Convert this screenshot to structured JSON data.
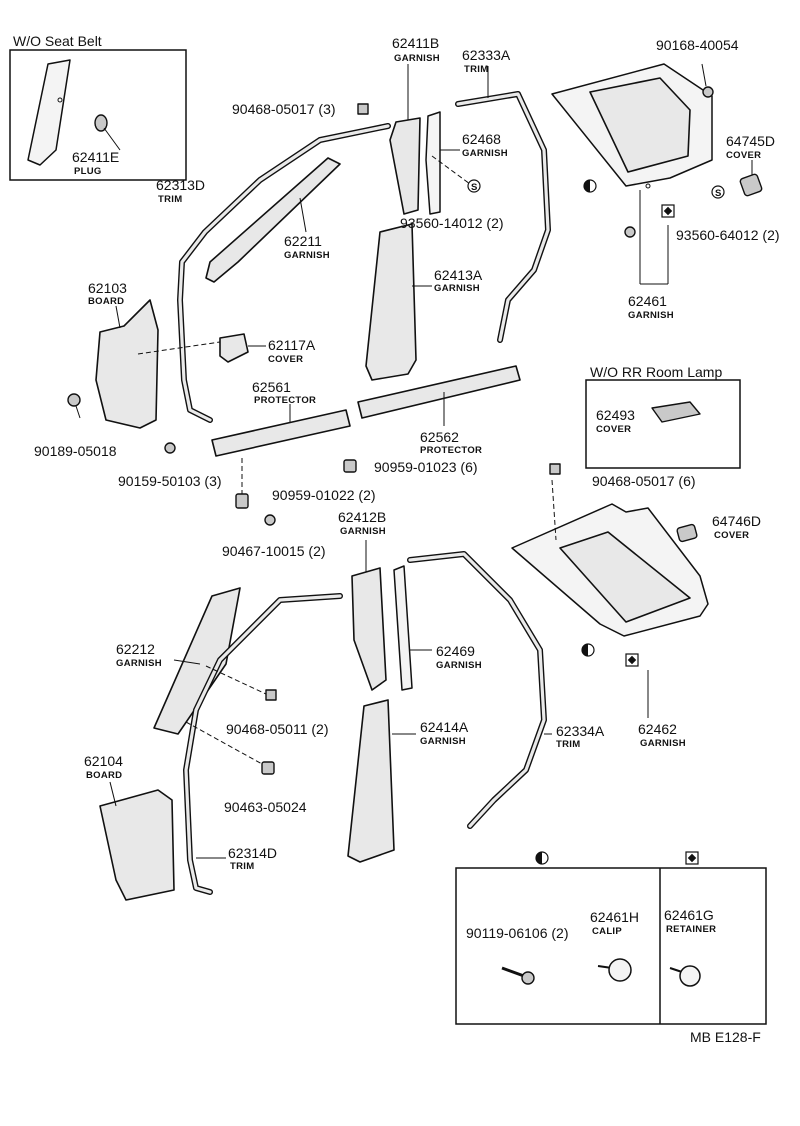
{
  "inset_titles": {
    "seat_belt": "W/O Seat Belt",
    "room_lamp": "W/O RR Room Lamp"
  },
  "symbol_glyphs": {
    "s_mark": "S"
  },
  "labels": {
    "p62411E": {
      "num": "62411E",
      "name": "PLUG"
    },
    "p62411B": {
      "num": "62411B",
      "name": "GARNISH"
    },
    "p62333A": {
      "num": "62333A",
      "name": "TRIM"
    },
    "p90168": {
      "num": "90168-40054"
    },
    "p90468a": {
      "num": "90468-05017 (3)"
    },
    "p62468": {
      "num": "62468",
      "name": "GARNISH"
    },
    "p64745D": {
      "num": "64745D",
      "name": "COVER"
    },
    "p62313D": {
      "num": "62313D",
      "name": "TRIM"
    },
    "p93560a": {
      "num": "93560-14012 (2)"
    },
    "p93560b": {
      "num": "93560-64012 (2)"
    },
    "p62211": {
      "num": "62211",
      "name": "GARNISH"
    },
    "p62413A": {
      "num": "62413A",
      "name": "GARNISH"
    },
    "p62461": {
      "num": "62461",
      "name": "GARNISH"
    },
    "p62103": {
      "num": "62103",
      "name": "BOARD"
    },
    "p62117A": {
      "num": "62117A",
      "name": "COVER"
    },
    "p62561": {
      "num": "62561",
      "name": "PROTECTOR"
    },
    "p62562": {
      "num": "62562",
      "name": "PROTECTOR"
    },
    "p62493": {
      "num": "62493",
      "name": "COVER"
    },
    "p90189": {
      "num": "90189-05018"
    },
    "p90159": {
      "num": "90159-50103 (3)"
    },
    "p90959a": {
      "num": "90959-01023 (6)"
    },
    "p90468b": {
      "num": "90468-05017 (6)"
    },
    "p90959b": {
      "num": "90959-01022 (2)"
    },
    "p90467": {
      "num": "90467-10015 (2)"
    },
    "p62412B": {
      "num": "62412B",
      "name": "GARNISH"
    },
    "p64746D": {
      "num": "64746D",
      "name": "COVER"
    },
    "p62212": {
      "num": "62212",
      "name": "GARNISH"
    },
    "p62469": {
      "num": "62469",
      "name": "GARNISH"
    },
    "p90468c": {
      "num": "90468-05011 (2)"
    },
    "p62414A": {
      "num": "62414A",
      "name": "GARNISH"
    },
    "p62334A": {
      "num": "62334A",
      "name": "TRIM"
    },
    "p62462": {
      "num": "62462",
      "name": "GARNISH"
    },
    "p62104": {
      "num": "62104",
      "name": "BOARD"
    },
    "p90463": {
      "num": "90463-05024"
    },
    "p62314D": {
      "num": "62314D",
      "name": "TRIM"
    },
    "p90119": {
      "num": "90119-06106 (2)"
    },
    "p62461H": {
      "num": "62461H",
      "name": "CALIP"
    },
    "p62461G": {
      "num": "62461G",
      "name": "RETAINER"
    }
  },
  "figure_code": "MB E128-F"
}
